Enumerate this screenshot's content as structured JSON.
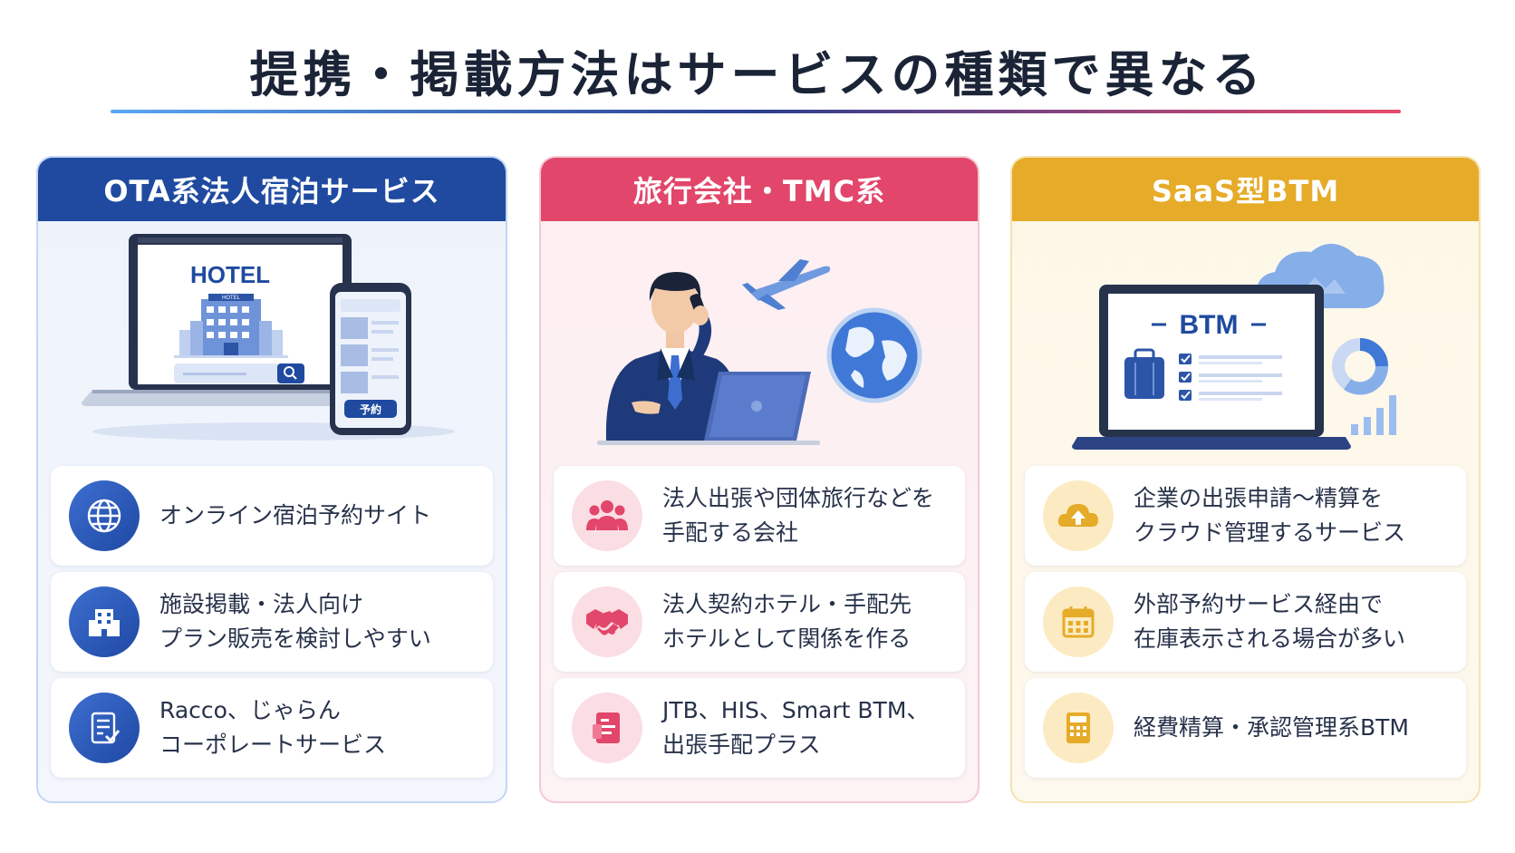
{
  "title": "提携・掲載方法はサービスの種類で異なる",
  "colors": {
    "ota": "#1f4aa0",
    "travel": "#e2466a",
    "saas": "#e6ab28"
  },
  "panels": [
    {
      "title": "OTA系法人宿泊サービス",
      "illustration": {
        "laptop_title": "HOTEL",
        "building_sign": "HOTEL",
        "phone_button": "予約"
      },
      "rows": [
        {
          "icon": "globe-icon",
          "lines": [
            "オンライン宿泊予約サイト"
          ]
        },
        {
          "icon": "hotel-building-icon",
          "lines": [
            "施設掲載・法人向け",
            "プラン販売を検討しやすい"
          ]
        },
        {
          "icon": "checklist-document-icon",
          "lines": [
            "Racco、じゃらん",
            "コーポレートサービス"
          ]
        }
      ]
    },
    {
      "title": "旅行会社・TMC系",
      "illustration": {},
      "rows": [
        {
          "icon": "group-people-icon",
          "lines": [
            "法人出張や団体旅行などを",
            "手配する会社"
          ]
        },
        {
          "icon": "handshake-icon",
          "lines": [
            "法人契約ホテル・手配先",
            "ホテルとして関係を作る"
          ]
        },
        {
          "icon": "document-icon",
          "lines": [
            "JTB、HIS、Smart BTM、",
            "出張手配プラス"
          ]
        }
      ]
    },
    {
      "title": "SaaS型BTM",
      "illustration": {
        "laptop_title": "BTM"
      },
      "rows": [
        {
          "icon": "cloud-upload-icon",
          "lines": [
            "企業の出張申請〜精算を",
            "クラウド管理するサービス"
          ]
        },
        {
          "icon": "calendar-icon",
          "lines": [
            "外部予約サービス経由で",
            "在庫表示される場合が多い"
          ]
        },
        {
          "icon": "calculator-icon",
          "lines": [
            "経費精算・承認管理系BTM"
          ]
        }
      ]
    }
  ]
}
